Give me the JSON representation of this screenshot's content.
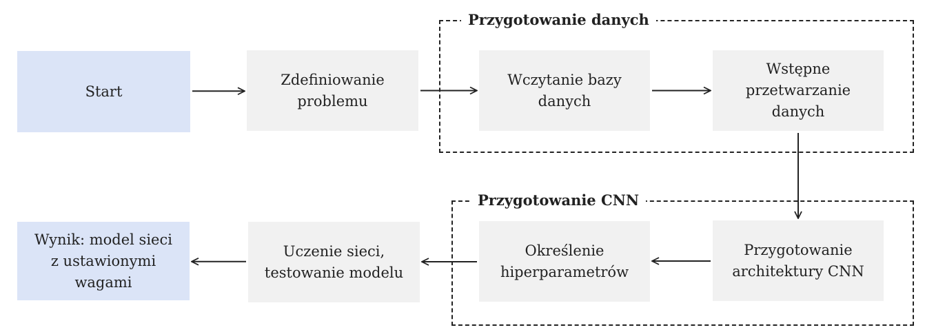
{
  "colors": {
    "start_end_fill": "#dbe4f7",
    "step_fill": "#f1f1f1",
    "line": "#222222"
  },
  "groups": {
    "data_prep": {
      "title": "Przygotowanie danych"
    },
    "cnn_prep": {
      "title": "Przygotowanie CNN"
    }
  },
  "nodes": {
    "start": {
      "label": "Start"
    },
    "define_problem": {
      "label": "Zdefiniowanie\nproblemu"
    },
    "load_db": {
      "label": "Wczytanie bazy\ndanych"
    },
    "preprocess": {
      "label": "Wstępne\nprzetwarzanie\ndanych"
    },
    "cnn_arch": {
      "label": "Przygotowanie\narchitektury CNN"
    },
    "hyperparams": {
      "label": "Określenie\nhiperparametrów"
    },
    "train_test": {
      "label": "Uczenie sieci,\ntestowanie modelu"
    },
    "result": {
      "label": "Wynik: model sieci\nz ustawionymi\nwagami"
    }
  },
  "edges": [
    {
      "from": "start",
      "to": "define_problem"
    },
    {
      "from": "define_problem",
      "to": "load_db"
    },
    {
      "from": "load_db",
      "to": "preprocess"
    },
    {
      "from": "preprocess",
      "to": "cnn_arch"
    },
    {
      "from": "cnn_arch",
      "to": "hyperparams"
    },
    {
      "from": "hyperparams",
      "to": "train_test"
    },
    {
      "from": "train_test",
      "to": "result"
    }
  ]
}
